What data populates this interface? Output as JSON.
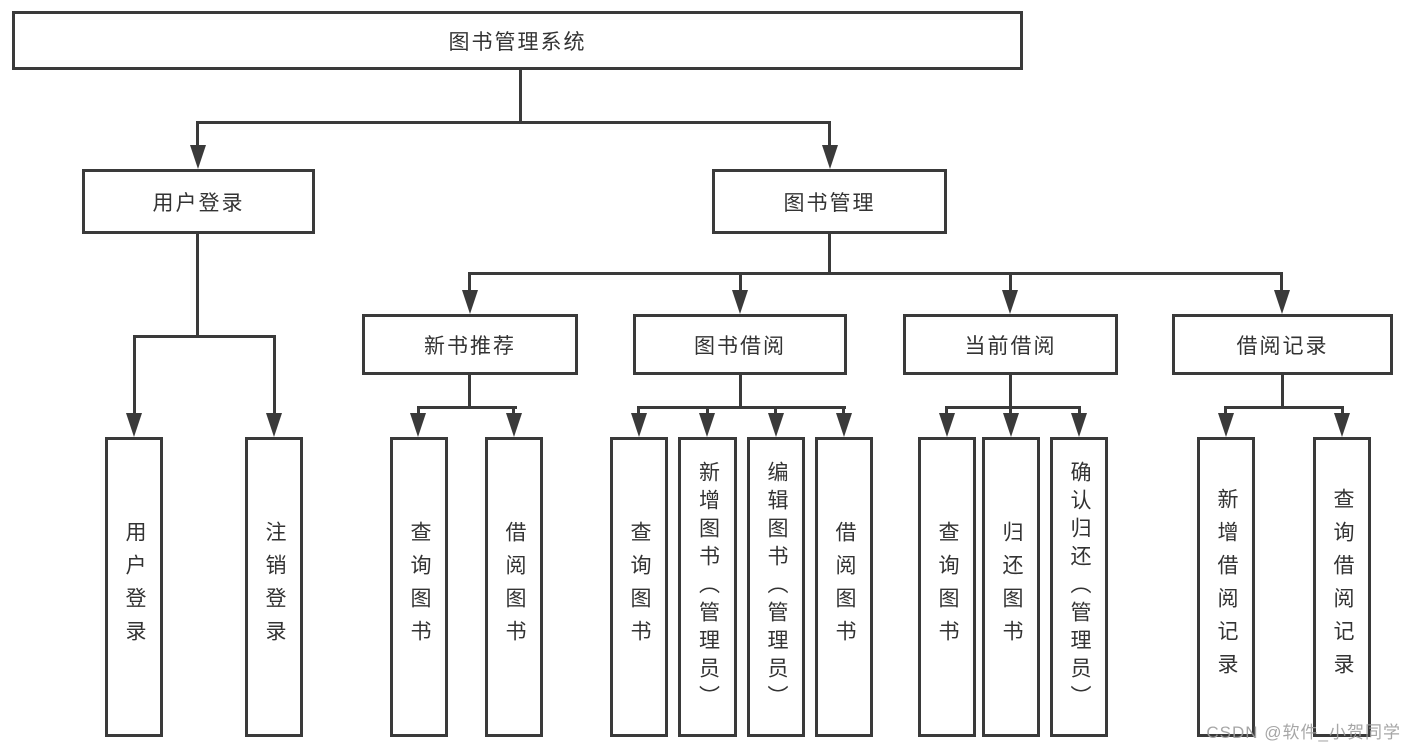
{
  "diagram_title": "图书管理系统",
  "nodes": {
    "root": "图书管理系统",
    "user_login": "用户登录",
    "book_mgmt": "图书管理",
    "new_book_rec": "新书推荐",
    "book_borrow": "图书借阅",
    "current_borrow": "当前借阅",
    "borrow_record": "借阅记录",
    "login": "用户登录",
    "logout": "注销登录",
    "rec_query_book": "查询图书",
    "rec_borrow_book": "借阅图书",
    "bb_query_book": "查询图书",
    "bb_add_book": "新增图书（管理员）",
    "bb_edit_book": "编辑图书（管理员）",
    "bb_borrow_book": "借阅图书",
    "cb_query_book": "查询图书",
    "cb_return_book": "归还图书",
    "cb_confirm_return": "确认归还（管理员）",
    "br_add_record": "新增借阅记录",
    "br_query_record": "查询借阅记录"
  },
  "colors": {
    "line": "#3a3a3a",
    "text": "#333333",
    "background": "#ffffff",
    "watermark": "#9d9d9d"
  },
  "watermark": "CSDN @软件_小贺同学"
}
